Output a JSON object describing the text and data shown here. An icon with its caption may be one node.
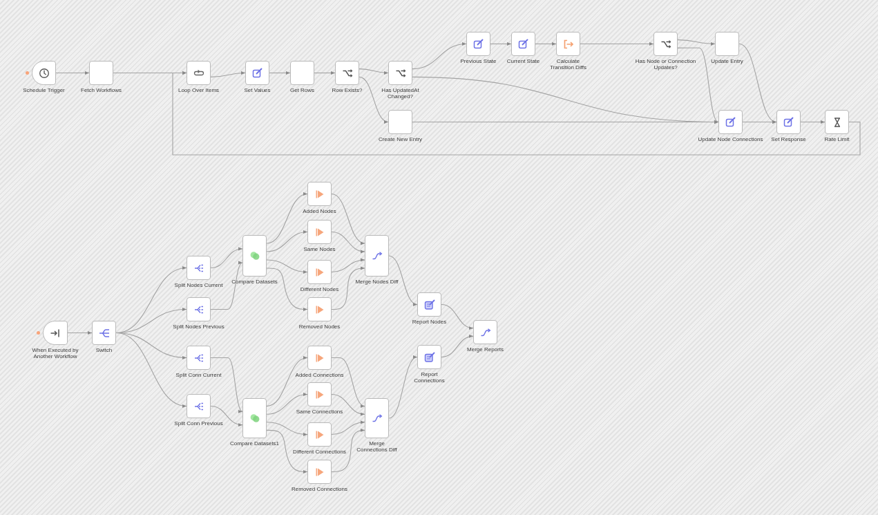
{
  "diagram": {
    "nodes": [
      {
        "text": [
          "Schedule Trigger"
        ]
      },
      {
        "text": [
          "Fetch Workflows"
        ]
      },
      {
        "text": [
          "Loop Over Items"
        ]
      },
      {
        "text": [
          "Set Values"
        ]
      },
      {
        "text": [
          "Get Rows"
        ]
      },
      {
        "text": [
          "Row Exists?"
        ]
      },
      {
        "text": [
          "Has UpdatedAt Changed?"
        ]
      },
      {
        "text": [
          "Create New Entry"
        ]
      },
      {
        "text": [
          "Previous State"
        ]
      },
      {
        "text": [
          "Current State"
        ]
      },
      {
        "text": [
          "Calculate Transition Diffs"
        ]
      },
      {
        "text": [
          "Has Node or Connection Updates?"
        ]
      },
      {
        "text": [
          "Update Entry"
        ]
      },
      {
        "text": [
          "Update Node Connections"
        ]
      },
      {
        "text": [
          "Set Response"
        ]
      },
      {
        "text": [
          "Rate Limit"
        ]
      },
      {
        "text": [
          "When Executed by Another Workflow"
        ]
      },
      {
        "text": [
          "Switch"
        ]
      },
      {
        "text": [
          "Split Nodes Current"
        ]
      },
      {
        "text": [
          "Split Nodes Previous"
        ]
      },
      {
        "text": [
          "Split Conn Current"
        ]
      },
      {
        "text": [
          "Split Conn Previous"
        ]
      },
      {
        "text": [
          "Compare Datasets"
        ]
      },
      {
        "text": [
          "Compare Datasets1"
        ]
      },
      {
        "text": [
          "Added Nodes"
        ]
      },
      {
        "text": [
          "Same Nodes"
        ]
      },
      {
        "text": [
          "Different Nodes"
        ]
      },
      {
        "text": [
          "Removed Nodes"
        ]
      },
      {
        "text": [
          "Merge Nodes Diff"
        ]
      },
      {
        "text": [
          "Added Connections"
        ]
      },
      {
        "text": [
          "Same Connections"
        ]
      },
      {
        "text": [
          "Different Connections"
        ]
      },
      {
        "text": [
          "Removed Connections"
        ]
      },
      {
        "text": [
          "Merge Connections Diff"
        ]
      },
      {
        "text": [
          "Report Nodes"
        ]
      },
      {
        "text": [
          "Report Connections"
        ]
      },
      {
        "text": [
          "Merge Reports"
        ]
      }
    ],
    "edges": [
      {
        "from": 0,
        "to": 1,
        "arrow": "to"
      },
      {
        "from": 1,
        "to": 2,
        "arrow": "to"
      },
      {
        "from": 2,
        "to": 3,
        "arrow": "to"
      },
      {
        "from": 3,
        "to": 4,
        "arrow": "to"
      },
      {
        "from": 4,
        "to": 5,
        "arrow": "to"
      },
      {
        "from": 5,
        "to": 6,
        "arrow": "to"
      },
      {
        "from": 5,
        "to": 7,
        "arrow": "to"
      },
      {
        "from": 6,
        "to": 8,
        "arrow": "to"
      },
      {
        "from": 6,
        "to": 13,
        "arrow": "to"
      },
      {
        "from": 7,
        "to": 13,
        "arrow": "to"
      },
      {
        "from": 8,
        "to": 9,
        "arrow": "to"
      },
      {
        "from": 9,
        "to": 10,
        "arrow": "to"
      },
      {
        "from": 10,
        "to": 11,
        "arrow": "to"
      },
      {
        "from": 11,
        "to": 12,
        "arrow": "to"
      },
      {
        "from": 11,
        "to": 13,
        "arrow": "to"
      },
      {
        "from": 12,
        "to": 14,
        "arrow": "to"
      },
      {
        "from": 13,
        "to": 14,
        "arrow": "to"
      },
      {
        "from": 14,
        "to": 15,
        "arrow": "to"
      },
      {
        "from": 15,
        "to": 2,
        "arrow": "to"
      },
      {
        "from": 16,
        "to": 17,
        "arrow": "to"
      },
      {
        "from": 17,
        "to": 18,
        "arrow": "to"
      },
      {
        "from": 17,
        "to": 19,
        "arrow": "to"
      },
      {
        "from": 17,
        "to": 20,
        "arrow": "to"
      },
      {
        "from": 17,
        "to": 21,
        "arrow": "to"
      },
      {
        "from": 18,
        "to": 22,
        "arrow": "to"
      },
      {
        "from": 19,
        "to": 22,
        "arrow": "to"
      },
      {
        "from": 22,
        "to": 24,
        "arrow": "to"
      },
      {
        "from": 22,
        "to": 25,
        "arrow": "to"
      },
      {
        "from": 22,
        "to": 26,
        "arrow": "to"
      },
      {
        "from": 22,
        "to": 27,
        "arrow": "to"
      },
      {
        "from": 24,
        "to": 28,
        "arrow": "to"
      },
      {
        "from": 25,
        "to": 28,
        "arrow": "to"
      },
      {
        "from": 26,
        "to": 28,
        "arrow": "to"
      },
      {
        "from": 27,
        "to": 28,
        "arrow": "to"
      },
      {
        "from": 28,
        "to": 34,
        "arrow": "to"
      },
      {
        "from": 20,
        "to": 23,
        "arrow": "to"
      },
      {
        "from": 21,
        "to": 23,
        "arrow": "to"
      },
      {
        "from": 23,
        "to": 29,
        "arrow": "to"
      },
      {
        "from": 23,
        "to": 30,
        "arrow": "to"
      },
      {
        "from": 23,
        "to": 31,
        "arrow": "to"
      },
      {
        "from": 23,
        "to": 32,
        "arrow": "to"
      },
      {
        "from": 29,
        "to": 33,
        "arrow": "to"
      },
      {
        "from": 30,
        "to": 33,
        "arrow": "to"
      },
      {
        "from": 31,
        "to": 33,
        "arrow": "to"
      },
      {
        "from": 32,
        "to": 33,
        "arrow": "to"
      },
      {
        "from": 33,
        "to": 35,
        "arrow": "to"
      },
      {
        "from": 34,
        "to": 36,
        "arrow": "to"
      },
      {
        "from": 35,
        "to": 36,
        "arrow": "to"
      }
    ]
  }
}
